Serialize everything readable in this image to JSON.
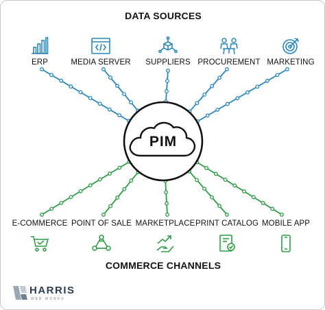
{
  "headings": {
    "sources_title": "DATA SOURCES",
    "channels_title": "COMMERCE CHANNELS"
  },
  "hub": {
    "label": "PIM"
  },
  "sources": [
    {
      "label": "ERP",
      "icon": "bar-chart-icon"
    },
    {
      "label": "MEDIA SERVER",
      "icon": "code-window-icon"
    },
    {
      "label": "SUPPLIERS",
      "icon": "network-cube-icon"
    },
    {
      "label": "PROCUREMENT",
      "icon": "team-meeting-icon"
    },
    {
      "label": "MARKETING",
      "icon": "target-icon"
    }
  ],
  "channels": [
    {
      "label": "E-COMMERCE",
      "icon": "shopping-cart-icon"
    },
    {
      "label": "POINT OF SALE",
      "icon": "people-network-icon"
    },
    {
      "label": "MARKETPLACE",
      "icon": "growth-hand-icon"
    },
    {
      "label": "PRINT CATALOG",
      "icon": "catalog-icon"
    },
    {
      "label": "MOBILE APP",
      "icon": "mobile-phone-icon"
    }
  ],
  "colors": {
    "sources_line": "#2a86b8",
    "channels_line": "#2f9b47",
    "icon_blue": "#2a86b8",
    "icon_green": "#2f9b47",
    "text": "#111111"
  },
  "logo": {
    "name": "HARRIS",
    "tagline": "WEB WORKS"
  }
}
